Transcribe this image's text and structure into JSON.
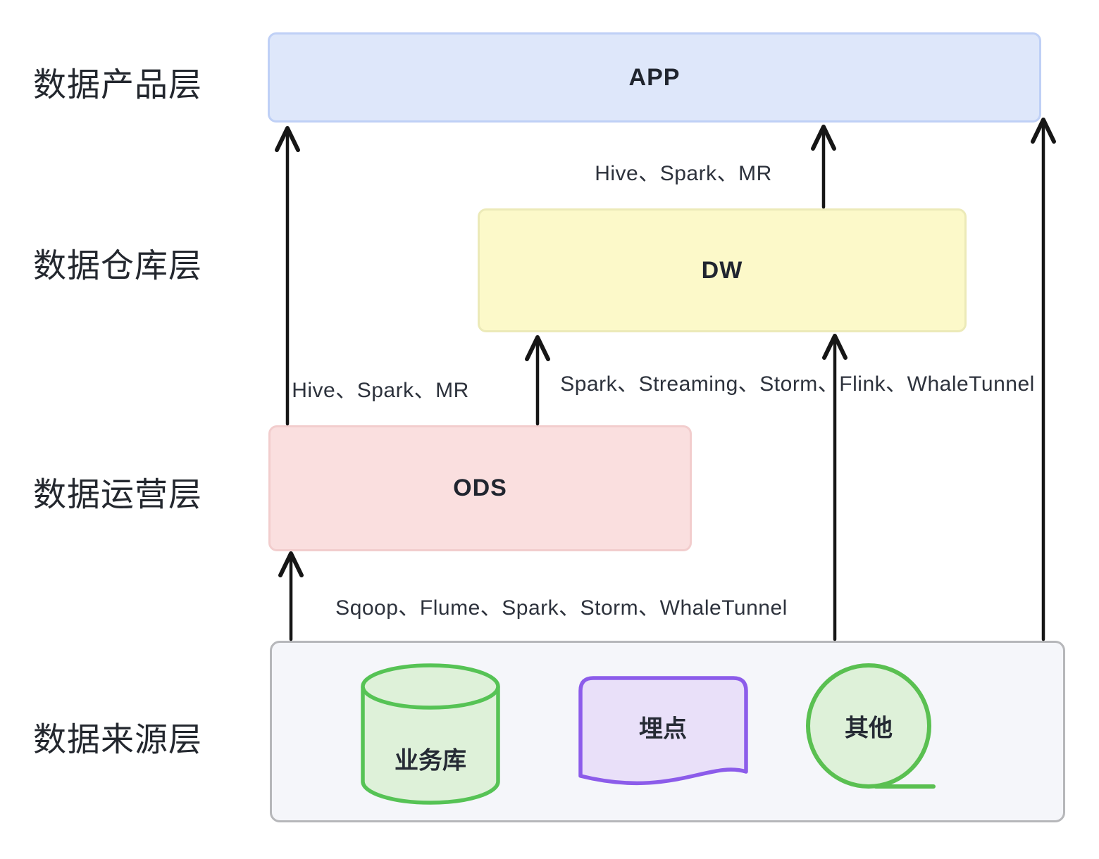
{
  "layer_labels": [
    {
      "label": "数据产品层"
    },
    {
      "label": "数据仓库层"
    },
    {
      "label": "数据运营层"
    },
    {
      "label": "数据来源层"
    }
  ],
  "nodes": {
    "app": {
      "label": "APP"
    },
    "dw": {
      "label": "DW"
    },
    "ods": {
      "label": "ODS"
    },
    "business_db": {
      "label": "业务库"
    },
    "tracking": {
      "label": "埋点"
    },
    "other": {
      "label": "其他"
    }
  },
  "edge_labels": {
    "dw_to_app": "Hive、Spark、MR",
    "ods_to_app": "Hive、Spark、MR",
    "source_to_dw": "Spark、Streaming、Storm、Flink、WhaleTunnel",
    "source_to_ods": "Sqoop、Flume、Spark、Storm、WhaleTunnel"
  },
  "colors": {
    "app_fill": "#dee7fa",
    "app_border": "#bfd0f6",
    "dw_fill": "#fcf9c9",
    "dw_border": "#eceab8",
    "ods_fill": "#fadfdf",
    "ods_border": "#f2cdcd",
    "source_fill": "#f5f6fa",
    "source_border": "#b6b7ba",
    "green_stroke": "#56c355",
    "green_fill": "#def1d9",
    "purple_stroke": "#8c5cea",
    "purple_fill": "#e9e0f9",
    "arrow": "#161616",
    "text": "#2d323c"
  }
}
